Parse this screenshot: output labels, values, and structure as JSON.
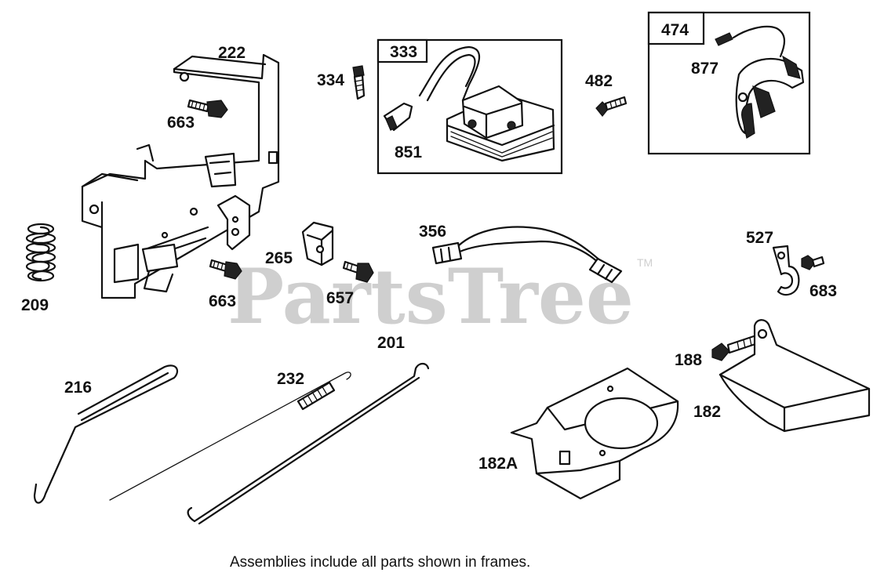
{
  "watermark": {
    "text": "PartsTree",
    "trademark": "TM"
  },
  "frames": [
    {
      "number": "333",
      "contains": [
        "851"
      ]
    },
    {
      "number": "474",
      "contains": [
        "877"
      ]
    }
  ],
  "callouts": {
    "p222": "222",
    "p663a": "663",
    "p663b": "663",
    "p334": "334",
    "p851": "851",
    "p482": "482",
    "p877": "877",
    "p209": "209",
    "p265": "265",
    "p657": "657",
    "p356": "356",
    "p527": "527",
    "p683": "683",
    "p216": "216",
    "p232": "232",
    "p201": "201",
    "p188": "188",
    "p182": "182",
    "p182a": "182A"
  },
  "caption": "Assemblies include all parts shown in frames."
}
